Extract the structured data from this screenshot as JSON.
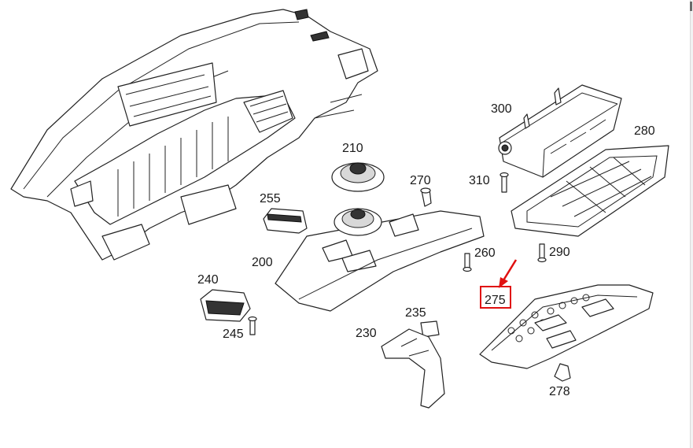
{
  "diagram": {
    "part_numbers": {
      "p300": "300",
      "p280": "280",
      "p210": "210",
      "p270": "270",
      "p310": "310",
      "p255": "255",
      "p200": "200",
      "p260": "260",
      "p290": "290",
      "p240": "240",
      "p275": "275",
      "p235": "235",
      "p245": "245",
      "p230": "230",
      "p278": "278"
    },
    "highlighted_part": "275",
    "highlight_color": "#e01010",
    "line_color": "#222222"
  }
}
